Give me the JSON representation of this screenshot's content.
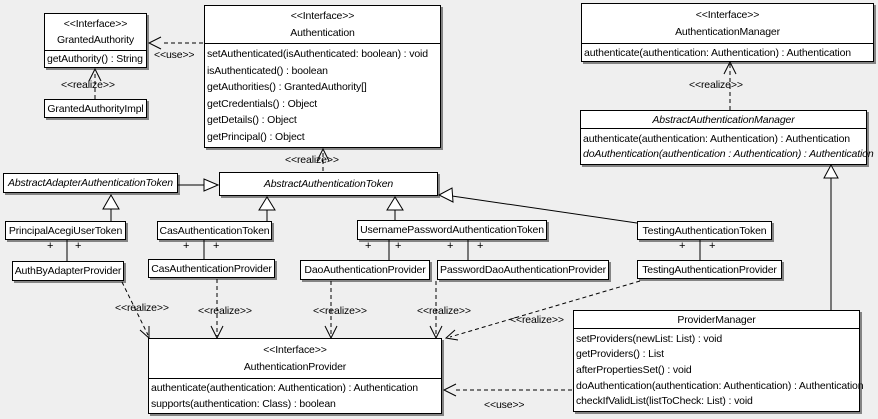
{
  "labels": {
    "realize": "<<realize>>",
    "use": "<<use>>",
    "plus": "+"
  },
  "classes": {
    "granted_authority": {
      "stereotype": "<<Interface>>",
      "name": "GrantedAuthority",
      "methods": [
        "getAuthority() : String"
      ]
    },
    "granted_authority_impl": {
      "name": "GrantedAuthorityImpl"
    },
    "authentication": {
      "stereotype": "<<Interface>>",
      "name": "Authentication",
      "methods": [
        "setAuthenticated(isAuthenticated: boolean) : void",
        "isAuthenticated() : boolean",
        "getAuthorities() : GrantedAuthority[]",
        "getCredentials() : Object",
        "getDetails() : Object",
        "getPrincipal() : Object"
      ]
    },
    "authentication_manager": {
      "stereotype": "<<Interface>>",
      "name": "AuthenticationManager",
      "methods": [
        "authenticate(authentication: Authentication) : Authentication"
      ]
    },
    "abstract_authentication_manager": {
      "name": "AbstractAuthenticationManager",
      "methods": [
        "authenticate(authentication: Authentication) : Authentication",
        "doAuthentication(authentication : Authentication) : Authentication"
      ]
    },
    "abstract_adapter_authentication_token": {
      "name": "AbstractAdapterAuthenticationToken"
    },
    "abstract_authentication_token": {
      "name": "AbstractAuthenticationToken"
    },
    "principal_acegi_user_token": {
      "name": "PrincipalAcegiUserToken"
    },
    "cas_authentication_token": {
      "name": "CasAuthenticationToken"
    },
    "username_password_authentication_token": {
      "name": "UsernamePasswordAuthenticationToken"
    },
    "testing_authentication_token": {
      "name": "TestingAuthenticationToken"
    },
    "auth_by_adapter_provider": {
      "name": "AuthByAdapterProvider"
    },
    "cas_authentication_provider": {
      "name": "CasAuthenticationProvider"
    },
    "dao_authentication_provider": {
      "name": "DaoAuthenticationProvider"
    },
    "password_dao_authentication_provider": {
      "name": "PasswordDaoAuthenticationProvider"
    },
    "testing_authentication_provider": {
      "name": "TestingAuthenticationProvider"
    },
    "authentication_provider": {
      "stereotype": "<<Interface>>",
      "name": "AuthenticationProvider",
      "methods": [
        "authenticate(authentication: Authentication) : Authentication",
        "supports(authentication: Class) : boolean"
      ]
    },
    "provider_manager": {
      "name": "ProviderManager",
      "methods": [
        "setProviders(newList: List) : void",
        "getProviders() : List",
        "afterPropertiesSet() : void",
        "doAuthentication(authentication: Authentication) : Authentication",
        "checkIfValidList(listToCheck: List) : void"
      ]
    }
  },
  "colors": {
    "background": "#efefef",
    "box_fill": "#ffffff",
    "line": "#000000",
    "shadow": "#848484"
  }
}
